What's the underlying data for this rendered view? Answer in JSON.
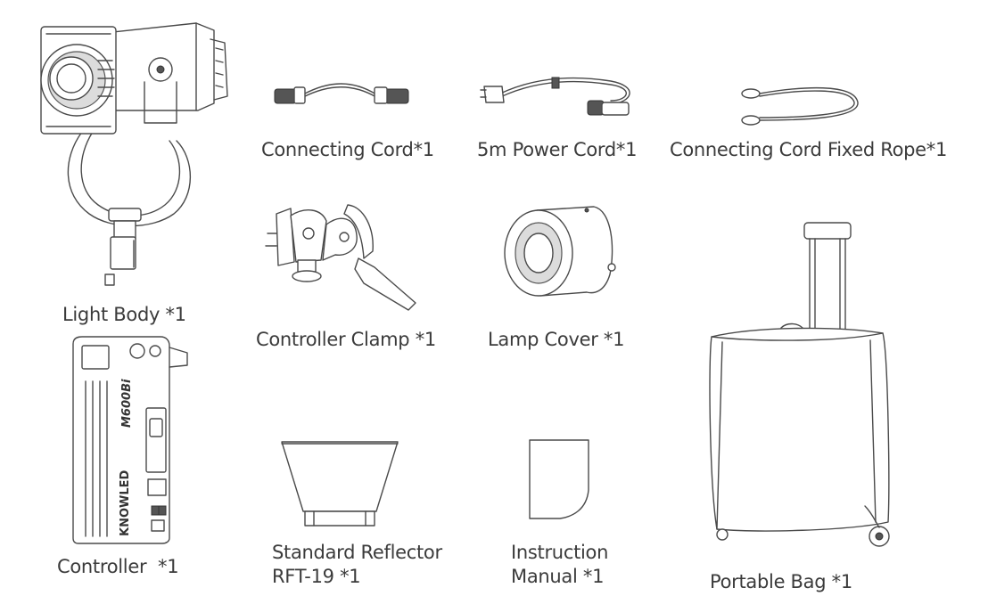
{
  "items": {
    "light_body": {
      "label": "Light Body *1",
      "icon": "light-body-icon"
    },
    "connecting_cord": {
      "label": "Connecting Cord*1",
      "icon": "cable-icon"
    },
    "power_cord": {
      "label": "5m Power Cord*1",
      "icon": "power-cord-icon"
    },
    "fixed_rope": {
      "label": "Connecting Cord Fixed Rope*1",
      "icon": "rope-icon"
    },
    "controller_clamp": {
      "label": "Controller Clamp *1",
      "icon": "clamp-icon"
    },
    "lamp_cover": {
      "label": "Lamp Cover *1",
      "icon": "lamp-cover-icon"
    },
    "controller": {
      "label": "Controller  *1",
      "icon": "controller-icon",
      "brand_text": "KNOWLED",
      "model_text": "M600Bi"
    },
    "reflector": {
      "label_line1": "Standard Reflector",
      "label_line2": "RFT-19 *1",
      "icon": "reflector-icon"
    },
    "manual": {
      "label_line1": "Instruction",
      "label_line2": "Manual *1",
      "icon": "manual-icon"
    },
    "portable_bag": {
      "label": "Portable Bag *1",
      "icon": "suitcase-icon"
    }
  }
}
